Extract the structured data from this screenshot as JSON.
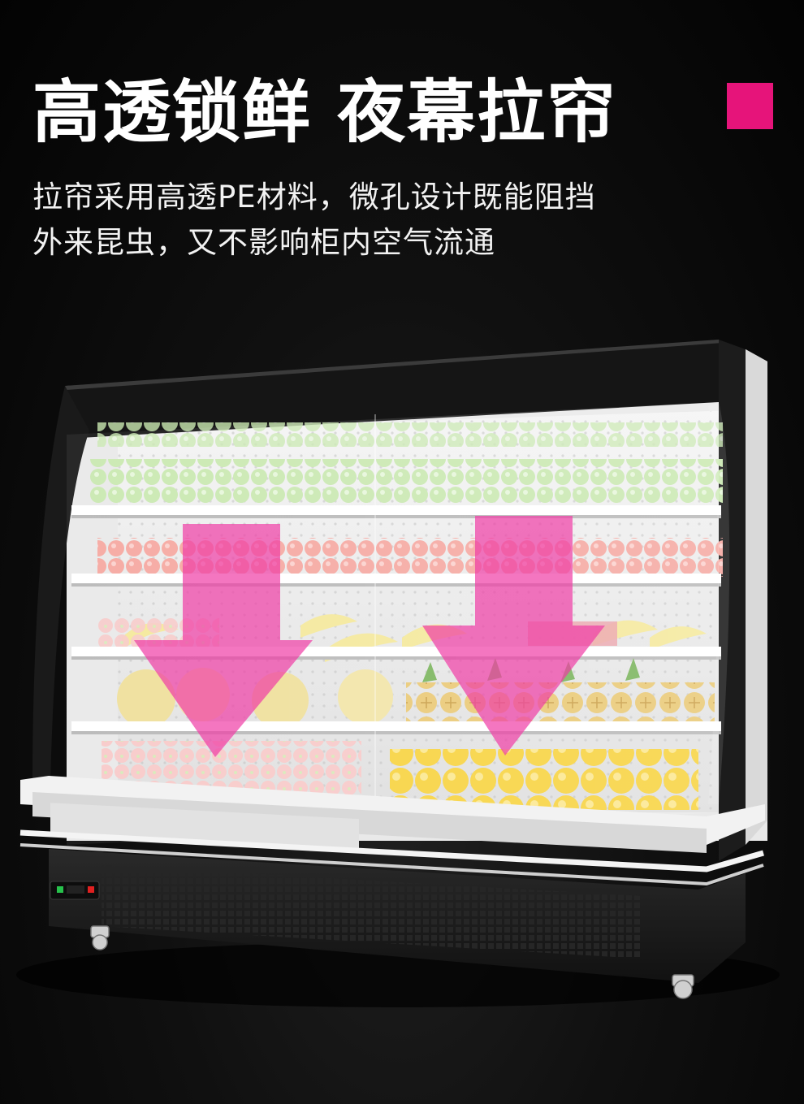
{
  "headline": "高透锁鲜 夜幕拉帘",
  "subtitle": {
    "line1": "拉帘采用高透PE材料，微孔设计既能阻挡",
    "line2": "外来昆虫，又不影响柜内空气流通"
  },
  "colors": {
    "accent": "#e6147a",
    "arrow": "#f03ca5",
    "background": "#0c0c0c",
    "text": "#ffffff"
  }
}
